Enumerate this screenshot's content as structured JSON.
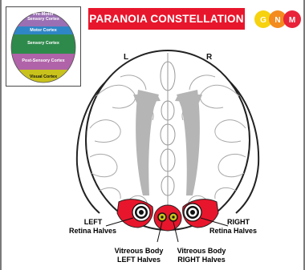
{
  "title": "PARANOIA CONSTELLATION",
  "logo": {
    "letters": [
      "G",
      "N",
      "M"
    ],
    "colors": [
      "#f6d20f",
      "#f38b1e",
      "#e8233a"
    ]
  },
  "legend": {
    "regions": [
      {
        "label_line1": "Pre-Motor",
        "label_line2": "Sensory Cortex",
        "color": "#9b6fb3"
      },
      {
        "label_line1": "Motor Cortex",
        "color": "#2f86c6"
      },
      {
        "label_line1": "Sensory Cortex",
        "color": "#2e8a4b"
      },
      {
        "label_line1": "Post-Sensory Cortex",
        "color": "#b063a8"
      },
      {
        "label_line1": "Visual Cortex",
        "color": "#c9c21d"
      }
    ]
  },
  "diagram": {
    "side_left": "L",
    "side_right": "R",
    "left_retina": {
      "line1": "LEFT",
      "line2": "Retina Halves"
    },
    "right_retina": {
      "line1": "RIGHT",
      "line2": "Retina Halves"
    },
    "vitreous_left": {
      "line1": "Vitreous Body",
      "line2": "LEFT Halves"
    },
    "vitreous_right": {
      "line1": "Vitreous Body",
      "line2": "RIGHT Halves"
    },
    "accent_color": "#e8162c"
  }
}
